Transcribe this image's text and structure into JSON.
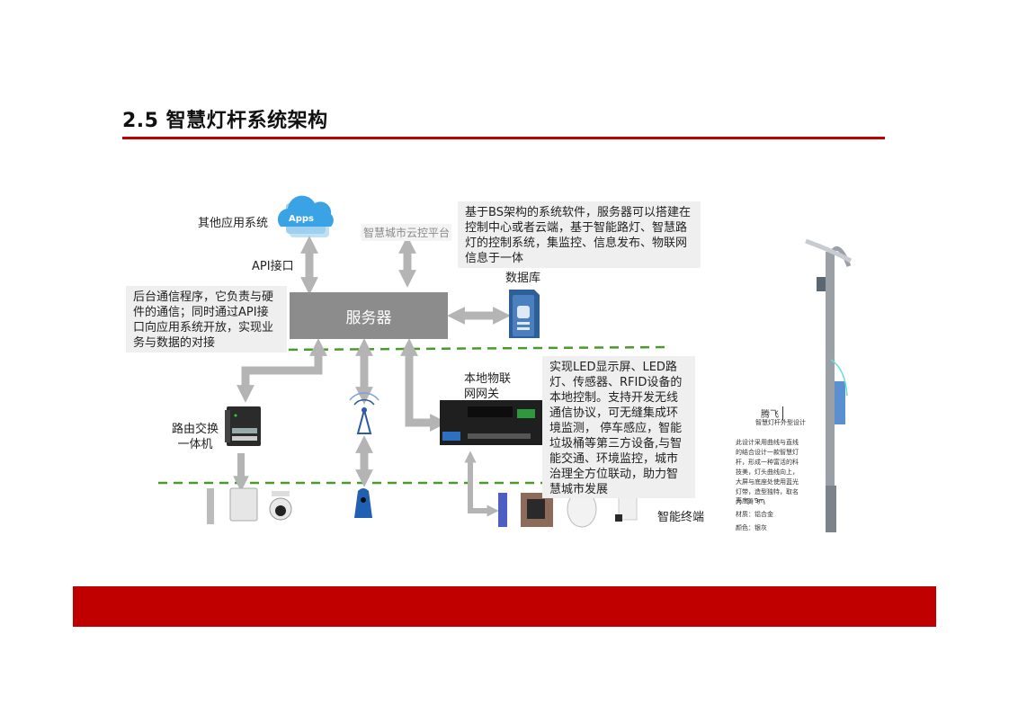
{
  "page": {
    "title": "2.5   智慧灯杆系统架构"
  },
  "labels": {
    "other_apps": "其他应用系统",
    "apps_icon_text": "Apps",
    "api_port": "API接口",
    "cloud_platform": "智慧城市云控平台",
    "database": "数据库",
    "server": "服务器",
    "iot_gateway": "本地物联网网关",
    "router": "路由交换一体机",
    "smart_terminal": "智能终端"
  },
  "notes": {
    "bs_software": "基于BS架构的系统软件，服务器可以搭建在控制中心或者云端，基于智能路灯、智慧路灯的控制系统，集监控、信息发布、物联网信息于一体",
    "backend": "后台通信程序，它负责与硬件的通信；同时通过API接口向应用系统开放，实现业务与数据的对接",
    "local_control": "实现LED显示屏、LED路灯、传感器、RFID设备的本地控制。支持开发无线通信协议，可无缝集成环境监测， 停车感应，智能垃圾桶等第三方设备,与智能交通、环境监控，城市治理全方位联动，助力智慧城市发展"
  },
  "pole": {
    "name": "腾飞",
    "subtitle": "智慧灯杆外型设计",
    "description": "此设计采用曲线与直线的结合设计一款智慧灯杆，形成一种富活的科技美，灯头曲线向上，大屏与底座处使用蓝光灯带，造型独特，取名为 “腾飞”。",
    "height": "高度：9m",
    "material": "材质：铝合金",
    "color": "颜色：银灰"
  },
  "colors": {
    "accent_red": "#c00000",
    "arrow_gray": "#b4b4b4",
    "dash_green": "#4a9a2c",
    "server_gray": "#8c8c8c"
  }
}
